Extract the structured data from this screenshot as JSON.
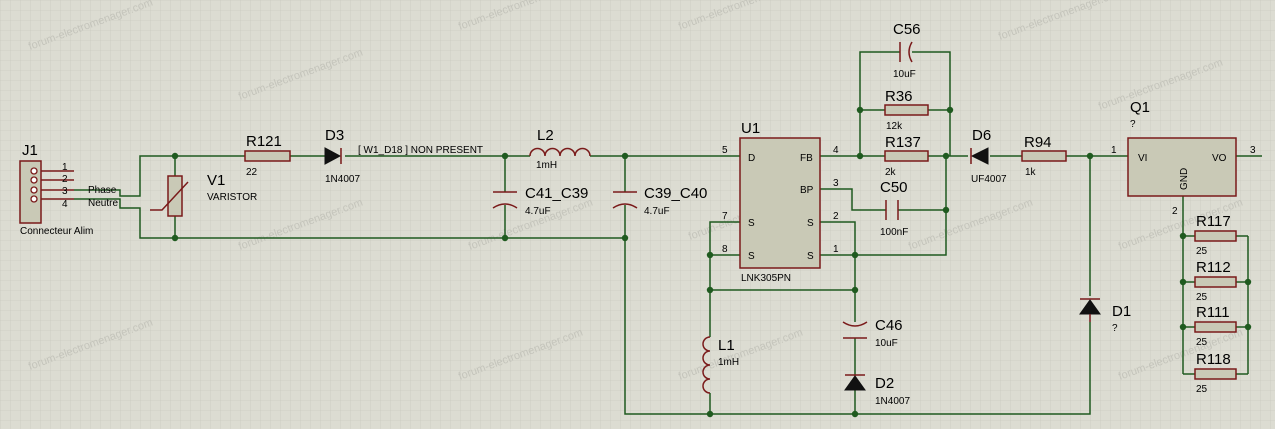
{
  "components": {
    "J1": {
      "ref": "J1",
      "desc": "Connecteur Alim",
      "pins": [
        "1",
        "2",
        "3",
        "4"
      ]
    },
    "V1": {
      "ref": "V1",
      "value": "VARISTOR"
    },
    "R121": {
      "ref": "R121",
      "value": "22"
    },
    "D3": {
      "ref": "D3",
      "value": "1N4007"
    },
    "L2": {
      "ref": "L2",
      "value": "1mH"
    },
    "C41": {
      "ref": "C41_C39",
      "value": "4.7uF"
    },
    "C39": {
      "ref": "C39_C40",
      "value": "4.7uF"
    },
    "U1": {
      "ref": "U1",
      "part": "LNK305PN",
      "pins": {
        "D": "D",
        "S1": "S",
        "S2": "S",
        "S3": "S",
        "S4": "S",
        "FB": "FB",
        "BP": "BP"
      },
      "pin_numbers": {
        "D": "5",
        "S7": "7",
        "S8": "8",
        "FB": "4",
        "BP": "3",
        "S2": "2",
        "S1": "1"
      }
    },
    "C56": {
      "ref": "C56",
      "value": "10uF"
    },
    "R36": {
      "ref": "R36",
      "value": "12k"
    },
    "R137": {
      "ref": "R137",
      "value": "2k"
    },
    "C50": {
      "ref": "C50",
      "value": "100nF"
    },
    "D6": {
      "ref": "D6",
      "value": "UF4007"
    },
    "R94": {
      "ref": "R94",
      "value": "1k"
    },
    "Q1": {
      "ref": "Q1",
      "value": "?",
      "pins": {
        "VI": "VI",
        "VO": "VO",
        "GND": "GND"
      },
      "pin_numbers": {
        "in": "1",
        "out": "3",
        "gnd": "2"
      }
    },
    "R117": {
      "ref": "R117",
      "value": "25"
    },
    "R112": {
      "ref": "R112",
      "value": "25"
    },
    "R111": {
      "ref": "R111",
      "value": "25"
    },
    "R118": {
      "ref": "R118",
      "value": "25"
    },
    "D1": {
      "ref": "D1",
      "value": "?"
    },
    "L1": {
      "ref": "L1",
      "value": "1mH"
    },
    "C46": {
      "ref": "C46",
      "value": "10uF"
    },
    "D2": {
      "ref": "D2",
      "value": "1N4007"
    }
  },
  "nets": {
    "phase": "Phase",
    "neutre": "Neutre",
    "w1_d18": "[ W1_D18 ] NON PRESENT"
  },
  "watermark": "forum-electromenager.com",
  "colors": {
    "background": "#dcdcd2",
    "grid": "#c5c5bb",
    "wire": "#1f5a1f",
    "part": "#7a1a1a",
    "part_fill": "#c9c9b6"
  }
}
